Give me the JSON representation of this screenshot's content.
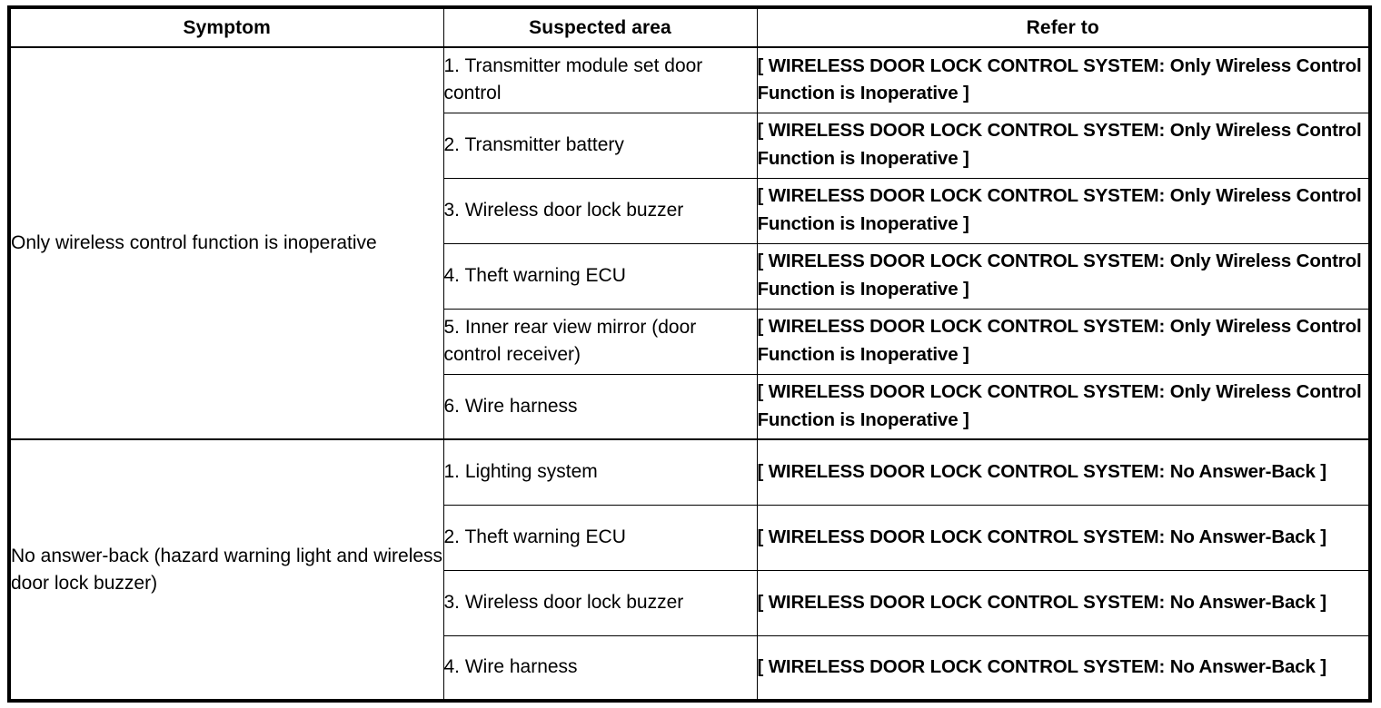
{
  "table": {
    "headers": {
      "symptom": "Symptom",
      "suspected_area": "Suspected area",
      "refer_to": "Refer to"
    },
    "groups": [
      {
        "symptom": "Only wireless control function is inoperative",
        "rows": [
          {
            "suspected_area": "1. Transmitter module set door control",
            "refer_to": "[ WIRELESS DOOR LOCK CONTROL SYSTEM: Only Wireless Control Function is Inoperative ]"
          },
          {
            "suspected_area": "2. Transmitter battery",
            "refer_to": "[ WIRELESS DOOR LOCK CONTROL SYSTEM: Only Wireless Control Function is Inoperative ]"
          },
          {
            "suspected_area": "3. Wireless door lock buzzer",
            "refer_to": "[ WIRELESS DOOR LOCK CONTROL SYSTEM: Only Wireless Control Function is Inoperative ]"
          },
          {
            "suspected_area": "4. Theft warning ECU",
            "refer_to": "[ WIRELESS DOOR LOCK CONTROL SYSTEM: Only Wireless Control Function is Inoperative ]"
          },
          {
            "suspected_area": "5. Inner rear view mirror (door control receiver)",
            "refer_to": "[ WIRELESS DOOR LOCK CONTROL SYSTEM: Only Wireless Control Function is Inoperative ]"
          },
          {
            "suspected_area": "6. Wire harness",
            "refer_to": "[ WIRELESS DOOR LOCK CONTROL SYSTEM: Only Wireless Control Function is Inoperative ]"
          }
        ]
      },
      {
        "symptom": "No answer-back (hazard warning light and wireless door lock buzzer)",
        "rows": [
          {
            "suspected_area": "1. Lighting system",
            "refer_to": "[ WIRELESS DOOR LOCK CONTROL SYSTEM: No Answer-Back ]"
          },
          {
            "suspected_area": "2. Theft warning ECU",
            "refer_to": "[ WIRELESS DOOR LOCK CONTROL SYSTEM: No Answer-Back ]"
          },
          {
            "suspected_area": "3. Wireless door lock buzzer",
            "refer_to": "[ WIRELESS DOOR LOCK CONTROL SYSTEM: No Answer-Back ]"
          },
          {
            "suspected_area": "4. Wire harness",
            "refer_to": "[ WIRELESS DOOR LOCK CONTROL SYSTEM: No Answer-Back ]"
          }
        ]
      }
    ]
  },
  "colors": {
    "border": "#000000",
    "text": "#000000",
    "background": "#ffffff"
  }
}
